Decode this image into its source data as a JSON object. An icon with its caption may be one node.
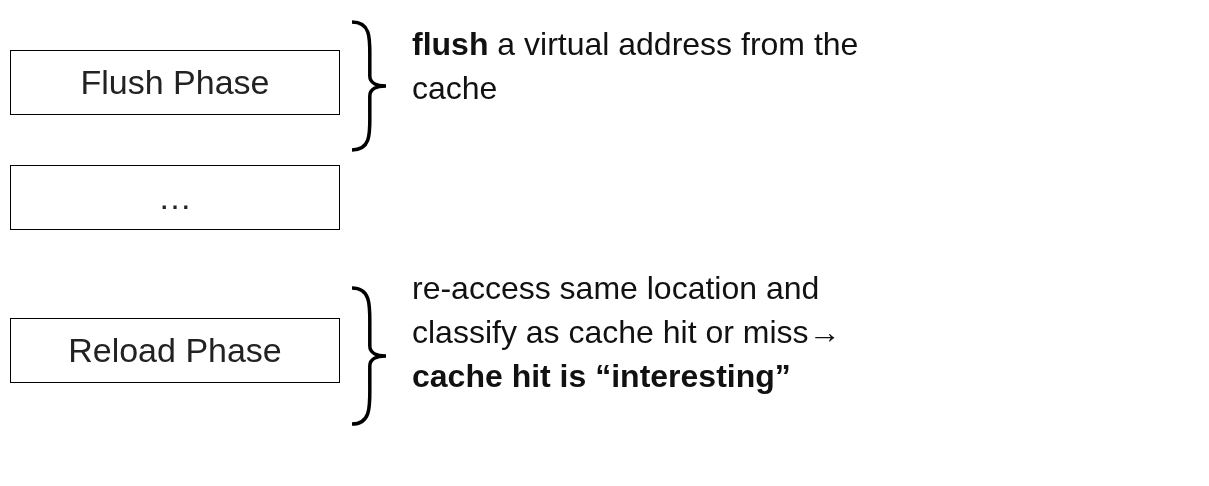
{
  "diagram": {
    "nodes": [
      {
        "text": [
          "Flush Phase"
        ],
        "beside": [
          "**flush** a virtual address from the cache"
        ]
      },
      {
        "text": [
          "…"
        ]
      },
      {
        "text": [
          "Reload Phase"
        ],
        "beside": [
          "re-access same location and classify as cache hit or miss→ **cache hit is “interesting”**"
        ]
      }
    ]
  }
}
